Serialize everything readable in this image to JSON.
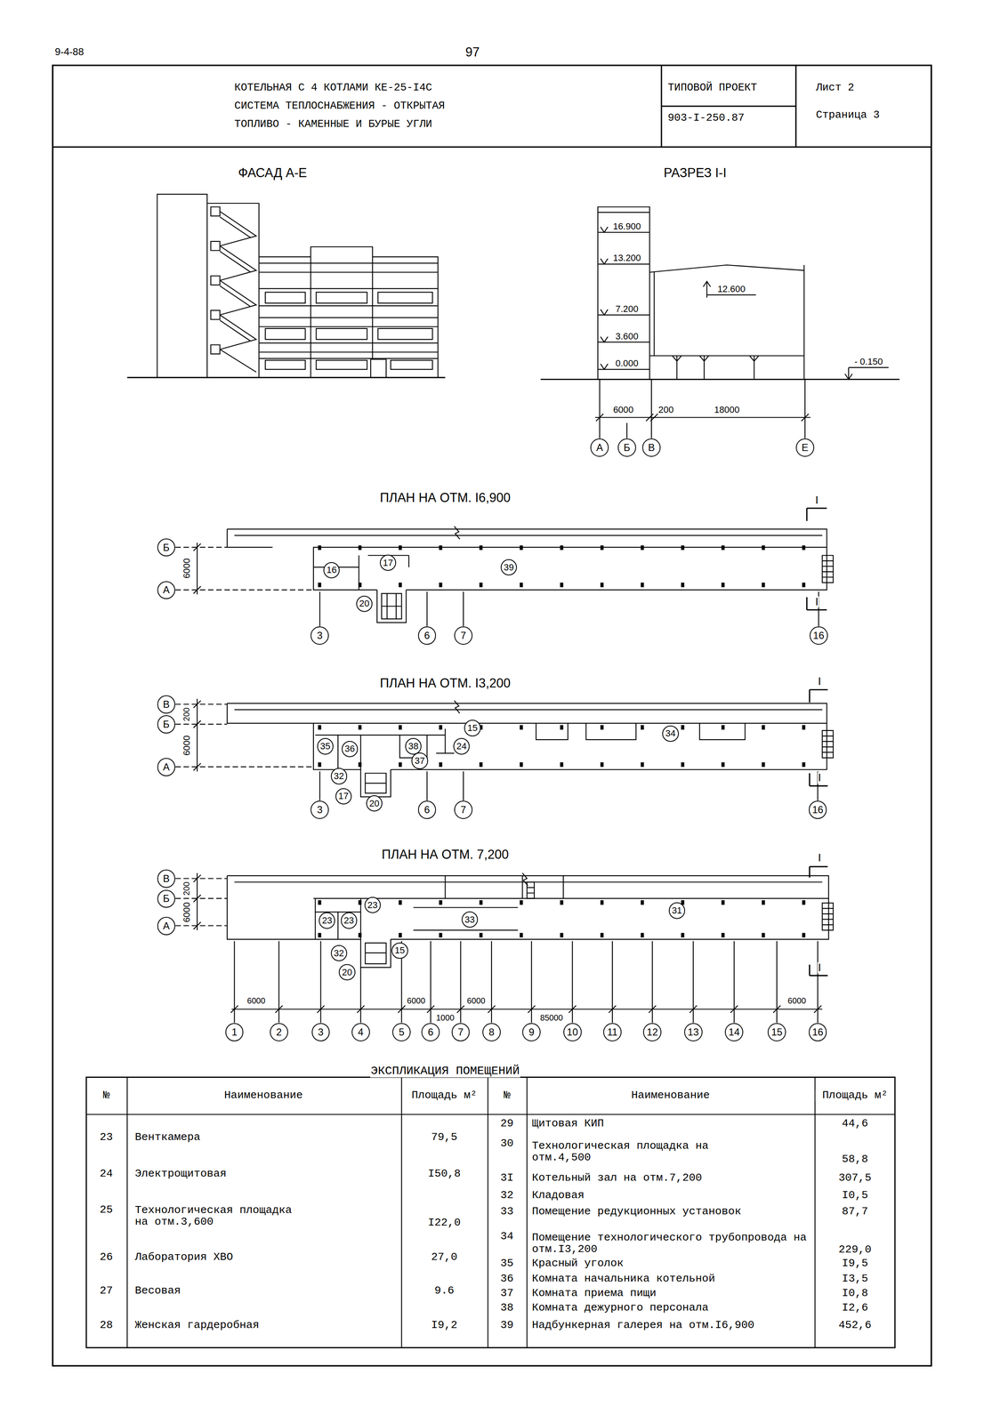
{
  "diagram": {
    "nodes": [
      {
        "text": [
          "КОТЕЛЬНАЯ С 4 КОТЛАМИ КЕ-25-I4С",
          "СИСТЕМА ТЕПЛОСНАБЖЕНИЯ - ОТКРЫТАЯ",
          "ТОПЛИВО - КАМЕННЫЕ И БУРЫЕ УГЛИ"
        ]
      },
      {
        "text": [
          "ТИПОВОЙ ПРОЕКТ"
        ]
      },
      {
        "text": [
          "903-I-250.87"
        ]
      },
      {
        "text": [
          "Лист 2",
          "Страница 3"
        ]
      },
      {
        "text": [
          "А"
        ]
      },
      {
        "text": [
          "Б"
        ]
      },
      {
        "text": [
          "В"
        ]
      },
      {
        "text": [
          "Е"
        ]
      },
      {
        "text": [
          "Б"
        ]
      },
      {
        "text": [
          "А"
        ]
      },
      {
        "text": [
          "16"
        ]
      },
      {
        "text": [
          "17"
        ]
      },
      {
        "text": [
          "39"
        ]
      },
      {
        "text": [
          "20"
        ]
      },
      {
        "text": [
          "3"
        ]
      },
      {
        "text": [
          "6"
        ]
      },
      {
        "text": [
          "7"
        ]
      },
      {
        "text": [
          "16"
        ]
      },
      {
        "text": [
          "В"
        ]
      },
      {
        "text": [
          "Б"
        ]
      },
      {
        "text": [
          "А"
        ]
      },
      {
        "text": [
          "35"
        ]
      },
      {
        "text": [
          "36"
        ]
      },
      {
        "text": [
          "15"
        ]
      },
      {
        "text": [
          "38"
        ]
      },
      {
        "text": [
          "24"
        ]
      },
      {
        "text": [
          "34"
        ]
      },
      {
        "text": [
          "32"
        ]
      },
      {
        "text": [
          "37"
        ]
      },
      {
        "text": [
          "17"
        ]
      },
      {
        "text": [
          "20"
        ]
      },
      {
        "text": [
          "3"
        ]
      },
      {
        "text": [
          "6"
        ]
      },
      {
        "text": [
          "7"
        ]
      },
      {
        "text": [
          "16"
        ]
      },
      {
        "text": [
          "В"
        ]
      },
      {
        "text": [
          "Б"
        ]
      },
      {
        "text": [
          "А"
        ]
      },
      {
        "text": [
          "23"
        ]
      },
      {
        "text": [
          "23"
        ]
      },
      {
        "text": [
          "23"
        ]
      },
      {
        "text": [
          "33"
        ]
      },
      {
        "text": [
          "31"
        ]
      },
      {
        "text": [
          "32"
        ]
      },
      {
        "text": [
          "15"
        ]
      },
      {
        "text": [
          "20"
        ]
      },
      {
        "text": [
          "1"
        ]
      },
      {
        "text": [
          "2"
        ]
      },
      {
        "text": [
          "3"
        ]
      },
      {
        "text": [
          "4"
        ]
      },
      {
        "text": [
          "5"
        ]
      },
      {
        "text": [
          "6"
        ]
      },
      {
        "text": [
          "7"
        ]
      },
      {
        "text": [
          "8"
        ]
      },
      {
        "text": [
          "9"
        ]
      },
      {
        "text": [
          "10"
        ]
      },
      {
        "text": [
          "11"
        ]
      },
      {
        "text": [
          "12"
        ]
      },
      {
        "text": [
          "13"
        ]
      },
      {
        "text": [
          "14"
        ]
      },
      {
        "text": [
          "15"
        ]
      },
      {
        "text": [
          "16"
        ]
      }
    ],
    "labels": [
      "9-4-88",
      "97",
      "ФАСАД А-Е",
      "РАЗРЕЗ I-I",
      "16.900",
      "13.200",
      "12.600",
      "7.200",
      "3.600",
      "0.000",
      "- 0.150",
      "6000",
      "200",
      "18000",
      "ПЛАН НА ОТМ. I6,900",
      "6000",
      "I",
      "I",
      "ПЛАН НА ОТМ. I3,200",
      "200",
      "6000",
      "I",
      "I",
      "ПЛАН НА ОТМ. 7,200",
      "200",
      "6000",
      "I",
      "I",
      "6000",
      "6000",
      "6000",
      "1000",
      "85000",
      "6000",
      "ЭКСПЛИКАЦИЯ ПОМЕЩЕНИЙ",
      "№",
      "Наименование",
      "Площадь м²",
      "№",
      "Наименование",
      "Площадь м²",
      "23",
      "Венткамера",
      "79,5",
      "24",
      "Электрощитовая",
      "I50,8",
      "25",
      "Технологическая площадка на отм.3,600",
      "I22,0",
      "26",
      "Лаборатория ХВО",
      "27,0",
      "27",
      "Весовая",
      "9.6",
      "28",
      "Женская гардеробная",
      "I9,2",
      "29",
      "Щитовая КИП",
      "44,6",
      "30",
      "Технологическая площадка на отм.4,500",
      "58,8",
      "3I",
      "Котельный зал на отм.7,200",
      "307,5",
      "32",
      "Кладовая",
      "I0,5",
      "33",
      "Помещение редукционных установок",
      "87,7",
      "34",
      "Помещение технологического трубопровода на отм.I3,200",
      "229,0",
      "35",
      "Красный уголок",
      "I9,5",
      "36",
      "Комната начальника котельной",
      "I3,5",
      "37",
      "Комната приема пищи",
      "I0,8",
      "38",
      "Комната дежурного персонала",
      "I2,6",
      "39",
      "Надбункерная галерея на отм.I6,900",
      "452,6"
    ]
  }
}
